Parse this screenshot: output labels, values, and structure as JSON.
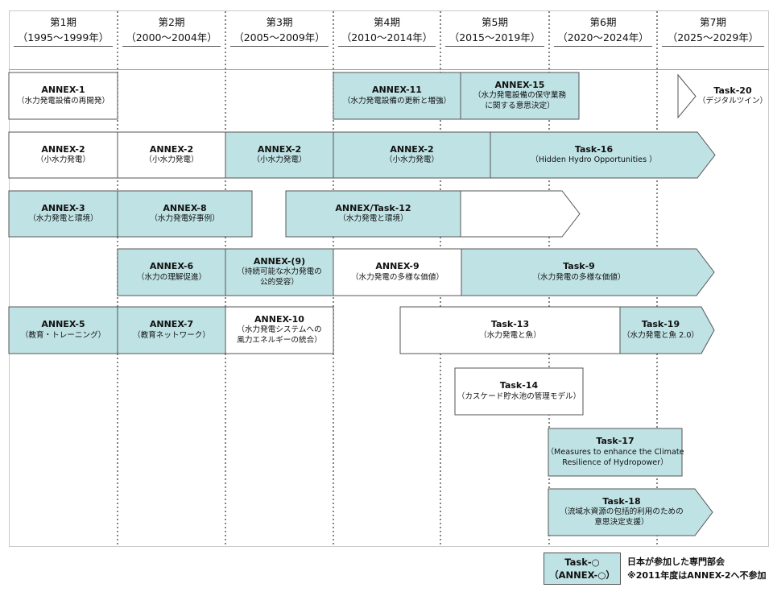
{
  "colors": {
    "participating_fill": "#bfe2e4",
    "plain_fill": "#ffffff",
    "stroke": "#555555",
    "period_divider": "#666666"
  },
  "periods": [
    {
      "label": "第1期",
      "years": "（1995～1999年）"
    },
    {
      "label": "第2期",
      "years": "（2000～2004年）"
    },
    {
      "label": "第3期",
      "years": "（2005～2009年）"
    },
    {
      "label": "第4期",
      "years": "（2010～2014年）"
    },
    {
      "label": "第5期",
      "years": "（2015～2019年）"
    },
    {
      "label": "第6期",
      "years": "（2020～2024年）"
    },
    {
      "label": "第7期",
      "years": "（2025～2029年）"
    }
  ],
  "nodes": [
    {
      "id": "annex-1",
      "title": "ANNEX-1",
      "sub": [
        "（水力発電設備の再開発）"
      ],
      "participating": false
    },
    {
      "id": "annex-11",
      "title": "ANNEX-11",
      "sub": [
        "（水力発電設備の更新と増強）"
      ],
      "participating": true
    },
    {
      "id": "annex-15",
      "title": "ANNEX-15",
      "sub": [
        "（水力発電設備の保守業務",
        "に関する意思決定）"
      ],
      "participating": true
    },
    {
      "id": "task-20",
      "title": "Task-20",
      "sub": [
        "（デジタルツイン）"
      ],
      "participating": false
    },
    {
      "id": "annex-2-p1",
      "title": "ANNEX-2",
      "sub": [
        "（小水力発電）"
      ],
      "participating": false
    },
    {
      "id": "annex-2-p2",
      "title": "ANNEX-2",
      "sub": [
        "（小水力発電）"
      ],
      "participating": false
    },
    {
      "id": "annex-2-p3",
      "title": "ANNEX-2",
      "sub": [
        "（小水力発電）"
      ],
      "participating": true
    },
    {
      "id": "annex-2-p4",
      "title": "ANNEX-2",
      "sub": [
        "（小水力発電）"
      ],
      "participating": true
    },
    {
      "id": "task-16",
      "title": "Task-16",
      "sub": [
        "（Hidden Hydro  Opportunities ）"
      ],
      "participating": true
    },
    {
      "id": "annex-3",
      "title": "ANNEX-3",
      "sub": [
        "（水力発電と環境）"
      ],
      "participating": true
    },
    {
      "id": "annex-8",
      "title": "ANNEX-8",
      "sub": [
        "（水力発電好事例）"
      ],
      "participating": true
    },
    {
      "id": "annex-task-12",
      "title": "ANNEX/Task-12",
      "sub": [
        "（水力発電と環境）"
      ],
      "participating": true
    },
    {
      "id": "annex-6",
      "title": "ANNEX-6",
      "sub": [
        "（水力の理解促進）"
      ],
      "participating": true
    },
    {
      "id": "annex-9-paren",
      "title": "ANNEX-(9)",
      "sub": [
        "（持続可能な水力発電の",
        "公的受容）"
      ],
      "participating": true
    },
    {
      "id": "annex-9",
      "title": "ANNEX-9",
      "sub": [
        "（水力発電の多様な価値）"
      ],
      "participating": false
    },
    {
      "id": "task-9",
      "title": "Task-9",
      "sub": [
        "（水力発電の多様な価値）"
      ],
      "participating": true
    },
    {
      "id": "annex-5",
      "title": "ANNEX-5",
      "sub": [
        "（教育・トレーニング）"
      ],
      "participating": true
    },
    {
      "id": "annex-7",
      "title": "ANNEX-7",
      "sub": [
        "（教育ネットワーク）"
      ],
      "participating": true
    },
    {
      "id": "annex-10",
      "title": "ANNEX-10",
      "sub": [
        "（水力発電システムへの",
        "風力エネルギーの統合）"
      ],
      "participating": false
    },
    {
      "id": "task-13",
      "title": "Task-13",
      "sub": [
        "（水力発電と魚）"
      ],
      "participating": false
    },
    {
      "id": "task-19",
      "title": "Task-19",
      "sub": [
        "（水力発電と魚 2.0）"
      ],
      "participating": true
    },
    {
      "id": "task-14",
      "title": "Task-14",
      "sub": [
        "（カスケード貯水池の管理モデル）"
      ],
      "participating": false
    },
    {
      "id": "task-17",
      "title": "Task-17",
      "sub": [
        "（Measures to enhance the Climate",
        "Resilience of Hydropower）"
      ],
      "participating": true
    },
    {
      "id": "task-18",
      "title": "Task-18",
      "sub": [
        "（流域水資源の包括的利用のための",
        "意思決定支援）"
      ],
      "participating": true
    }
  ],
  "legend": {
    "box_title": "Task-○",
    "box_sub": "（ANNEX-○）",
    "line1": "日本が参加した専門部会",
    "line2": "※2011年度はANNEX-2へ不参加"
  }
}
